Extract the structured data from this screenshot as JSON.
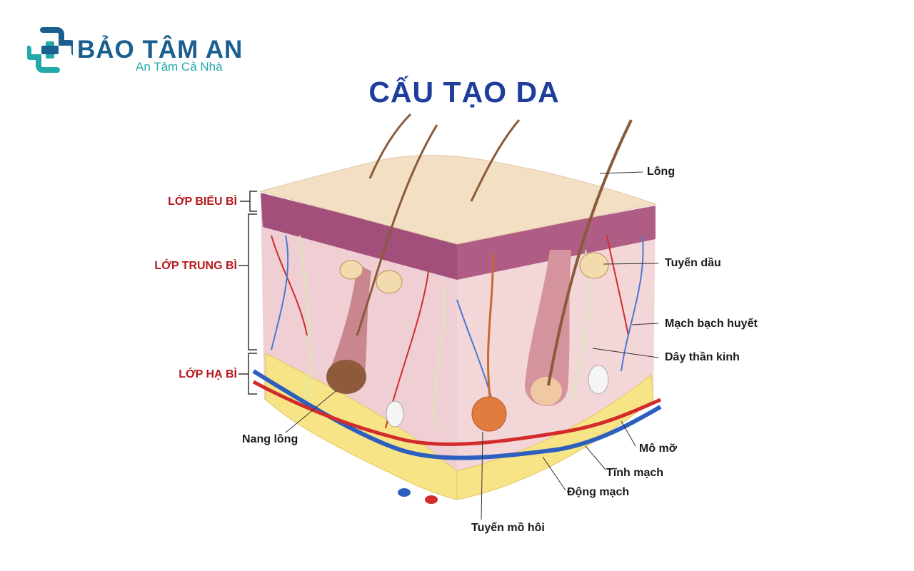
{
  "brand": {
    "name": "BẢO TÂM AN",
    "tagline": "An Tâm Cả Nhà",
    "colors": {
      "primary": "#1a5f8f",
      "secondary": "#22a9a8"
    }
  },
  "title": "CẤU TẠO DA",
  "layers": {
    "epidermis": "LỚP BIỂU BÌ",
    "dermis": "LỚP TRUNG BÌ",
    "hypodermis": "LỚP HẠ BÌ"
  },
  "labels": {
    "hair": "Lông",
    "sebaceous_gland": "Tuyến dầu",
    "lymph_vessel": "Mạch bạch huyết",
    "nerve": "Dây thần kinh",
    "fat": "Mô mỡ",
    "vein": "Tĩnh mạch",
    "artery": "Động mạch",
    "sweat_gland": "Tuyến mồ hôi",
    "hair_follicle": "Nang lông"
  },
  "colors": {
    "title": "#1f3e9b",
    "layer_label": "#b5161c",
    "skin_top": "#f3dfc3",
    "dermis": "#f1cfd2",
    "epidermis_band": "#a0507a",
    "artery": "#d32a2a",
    "vein": "#2d5fbf",
    "fat": "#f5e27a"
  }
}
